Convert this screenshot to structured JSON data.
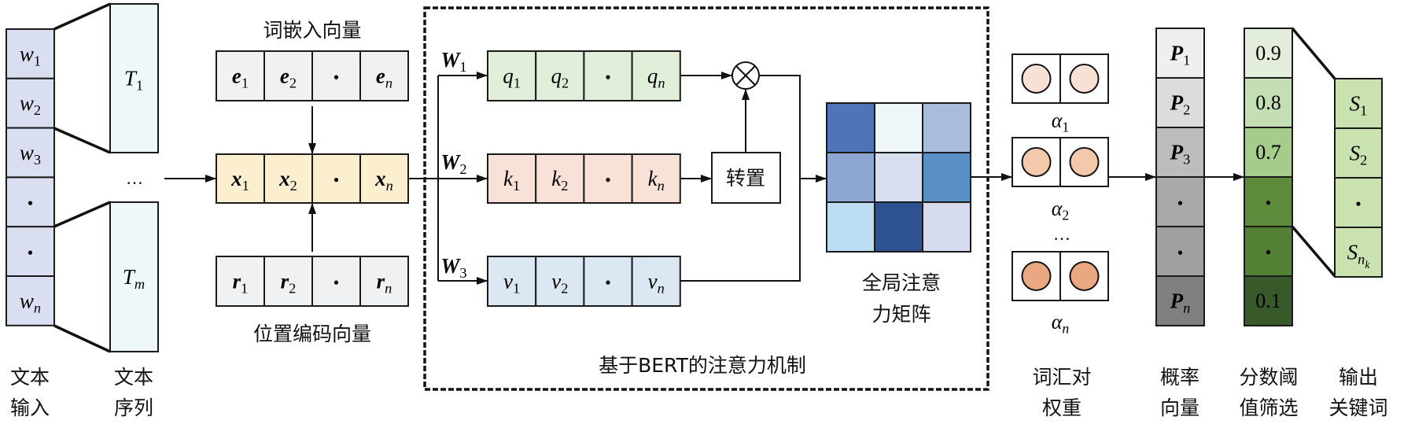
{
  "input": {
    "label": [
      "文本",
      "输入"
    ],
    "cells": [
      {
        "b": "w",
        "s": "1"
      },
      {
        "b": "w",
        "s": "2"
      },
      {
        "b": "w",
        "s": "3"
      },
      {
        "b": "•"
      },
      {
        "b": "•"
      },
      {
        "b": "w",
        "s": "n"
      }
    ]
  },
  "sequence": {
    "label": [
      "文本",
      "序列"
    ],
    "items": [
      {
        "b": "T",
        "s": "1"
      },
      {
        "b": "T",
        "s": "m"
      }
    ],
    "ellipsis": "…"
  },
  "embedding": {
    "title": "词嵌入向量",
    "cells": [
      {
        "b": "e",
        "s": "1"
      },
      {
        "b": "e",
        "s": "2"
      },
      {
        "b": "•"
      },
      {
        "b": "e",
        "s": "n"
      }
    ]
  },
  "combined": {
    "cells": [
      {
        "b": "x",
        "s": "1"
      },
      {
        "b": "x",
        "s": "2"
      },
      {
        "b": "•"
      },
      {
        "b": "x",
        "s": "n"
      }
    ]
  },
  "position": {
    "title": "位置编码向量",
    "cells": [
      {
        "b": "r",
        "s": "1"
      },
      {
        "b": "r",
        "s": "2"
      },
      {
        "b": "•"
      },
      {
        "b": "r",
        "s": "n"
      }
    ]
  },
  "attention": {
    "caption": "基于BERT的注意力机制",
    "weights": [
      {
        "b": "W",
        "s": "1"
      },
      {
        "b": "W",
        "s": "2"
      },
      {
        "b": "W",
        "s": "3"
      }
    ],
    "query": [
      {
        "b": "q",
        "s": "1"
      },
      {
        "b": "q",
        "s": "2"
      },
      {
        "b": "•"
      },
      {
        "b": "q",
        "s": "n"
      }
    ],
    "key": [
      {
        "b": "k",
        "s": "1"
      },
      {
        "b": "k",
        "s": "2"
      },
      {
        "b": "•"
      },
      {
        "b": "k",
        "s": "n"
      }
    ],
    "value": [
      {
        "b": "v",
        "s": "1"
      },
      {
        "b": "v",
        "s": "2"
      },
      {
        "b": "•"
      },
      {
        "b": "v",
        "s": "n"
      }
    ],
    "multiply_symbol": "⊗",
    "transpose_label": "转置",
    "matrix_label": [
      "全局注意",
      "力矩阵"
    ],
    "matrix_colors": [
      [
        "#4f74b8",
        "#eef6f9",
        "#a9bcdd"
      ],
      [
        "#8ea6d2",
        "#d7deee",
        "#5a8fc6"
      ],
      [
        "#bcdcf2",
        "#2e5390",
        "#d6dcee"
      ]
    ]
  },
  "word_pairs": {
    "label": [
      "词汇对",
      "权重"
    ],
    "items": [
      {
        "b": "α",
        "s": "1",
        "color": "#f7e1d4"
      },
      {
        "b": "α",
        "s": "2",
        "color": "#f4c8aa"
      },
      {
        "b": "α",
        "s": "n",
        "color": "#eaa882"
      }
    ],
    "ellipsis": "…"
  },
  "probability": {
    "label": [
      "概率",
      "向量"
    ],
    "cells": [
      {
        "b": "P",
        "s": "1"
      },
      {
        "b": "P",
        "s": "2"
      },
      {
        "b": "P",
        "s": "3"
      },
      {
        "b": "•"
      },
      {
        "b": "•"
      },
      {
        "b": "P",
        "s": "n"
      }
    ],
    "colors": [
      "#eeeff1",
      "#dcdcdc",
      "#bdbdbd",
      "#a9a9a9",
      "#a0a0a0",
      "#808080"
    ]
  },
  "threshold": {
    "label": [
      "分数阈",
      "值筛选"
    ],
    "cells": [
      {
        "b": "0.9"
      },
      {
        "b": "0.8"
      },
      {
        "b": "0.7"
      },
      {
        "b": "•"
      },
      {
        "b": "•"
      },
      {
        "b": "0.1"
      }
    ],
    "colors": [
      "#e2eedb",
      "#c5dfb5",
      "#a6cc8c",
      "#5e8a3c",
      "#548036",
      "#38592a"
    ]
  },
  "output": {
    "label": [
      "输出",
      "关键词"
    ],
    "cells": [
      {
        "b": "S",
        "s": "1"
      },
      {
        "b": "S",
        "s": "2"
      },
      {
        "b": "•"
      },
      {
        "b": "S",
        "s": "n",
        "s2": "k"
      }
    ],
    "color": "#c9e2b0"
  }
}
